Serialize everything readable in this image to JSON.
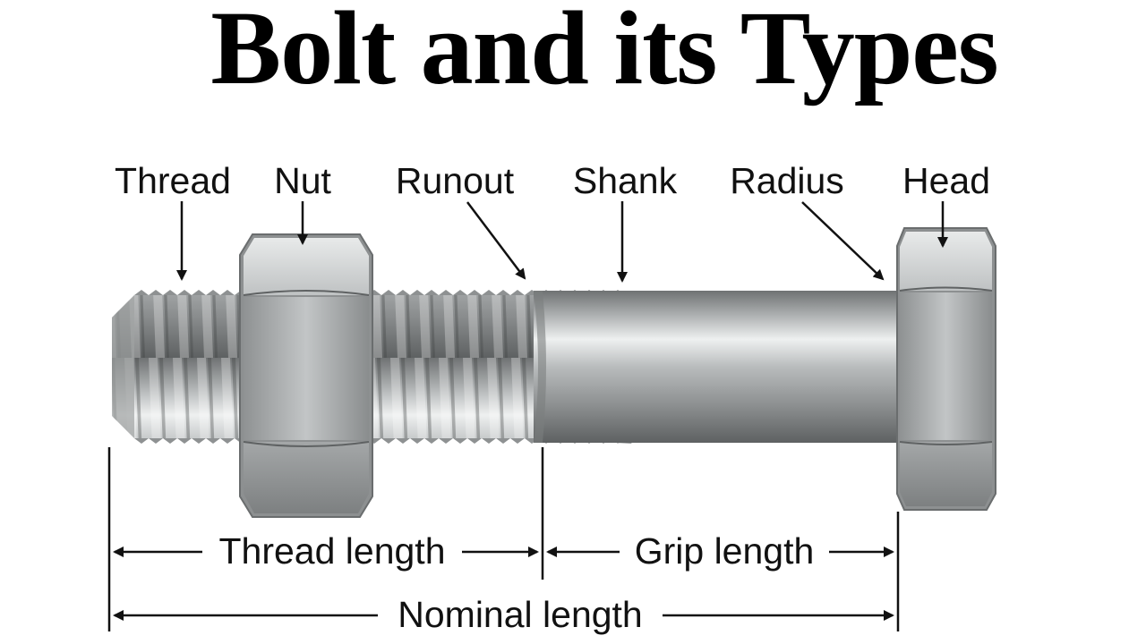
{
  "title": "Bolt and its Types",
  "parts": {
    "thread": "Thread",
    "nut": "Nut",
    "runout": "Runout",
    "shank": "Shank",
    "radius": "Radius",
    "head": "Head"
  },
  "dimensions": {
    "thread_length": "Thread length",
    "grip_length": "Grip length",
    "nominal_length": "Nominal length"
  }
}
